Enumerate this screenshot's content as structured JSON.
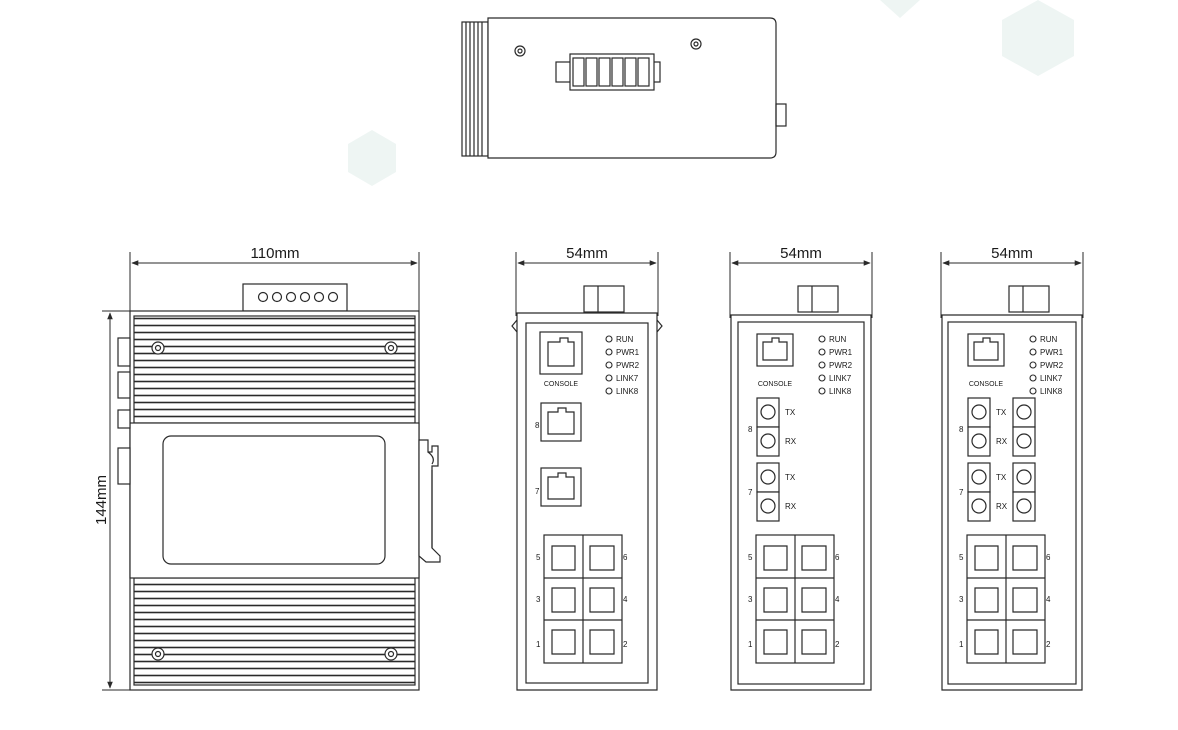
{
  "dimensions": {
    "width_front": "110mm",
    "height": "144mm",
    "depth_a": "54mm",
    "depth_b": "54mm",
    "depth_c": "54mm"
  },
  "leds": [
    "RUN",
    "PWR1",
    "PWR2",
    "LINK7",
    "LINK8"
  ],
  "console_label": "CONSOLE",
  "fiber_labels": {
    "tx": "TX",
    "rx": "RX"
  },
  "port_numbers": [
    "1",
    "2",
    "3",
    "4",
    "5",
    "6",
    "7",
    "8"
  ],
  "views": [
    "top-view",
    "front-view",
    "side-view-copper",
    "side-view-fiber-single",
    "side-view-fiber-dual"
  ],
  "colors": {
    "line": "#2a2a2a",
    "background": "#ffffff",
    "watermark": "#eef5f3"
  }
}
